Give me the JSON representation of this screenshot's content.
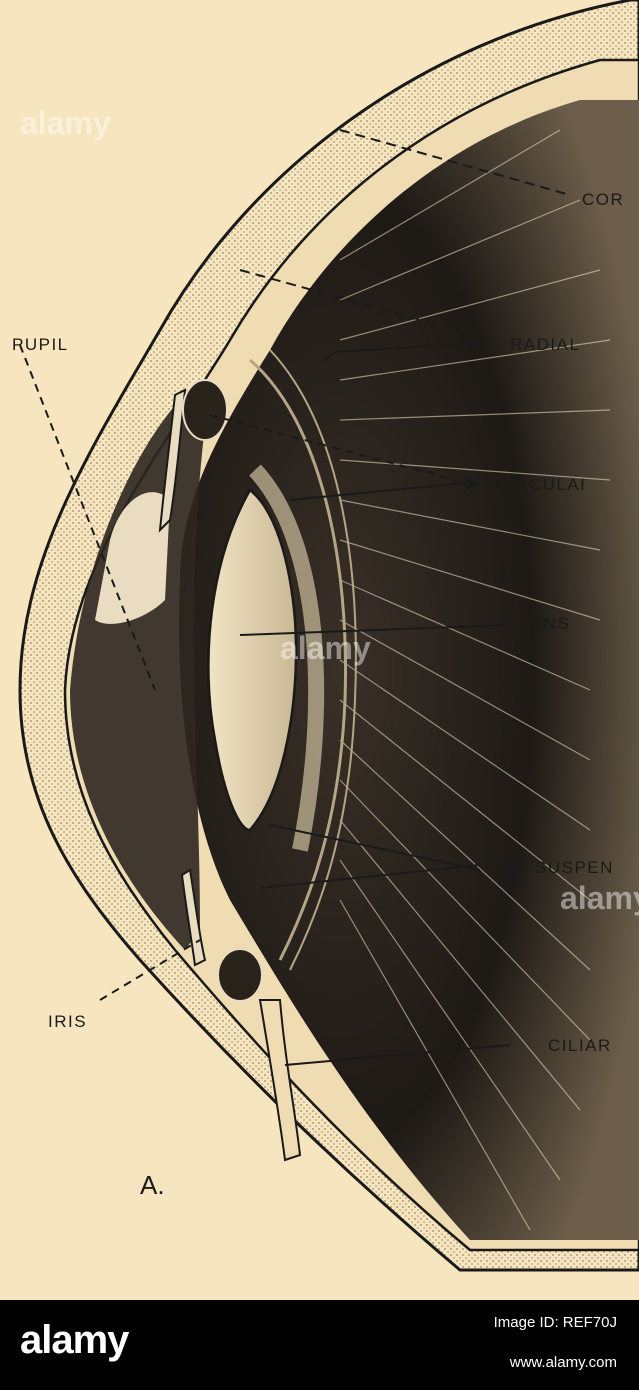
{
  "figure": {
    "labels": {
      "cornea": "COR",
      "pupil": "PUPIL",
      "radial": "RADIAL",
      "circular": "CIRCULAI",
      "lens": "LENS",
      "suspensory": "SUSPEN",
      "iris": "IRIS",
      "ciliary": "CILIAR",
      "panel": "A."
    },
    "colors": {
      "paper": "#f6e5be",
      "ink": "#1a1a1a"
    }
  },
  "watermark": {
    "brand": "alamy"
  },
  "footer": {
    "brand": "alamy",
    "stock_id": "Image ID: REF70J",
    "url": "www.alamy.com"
  }
}
